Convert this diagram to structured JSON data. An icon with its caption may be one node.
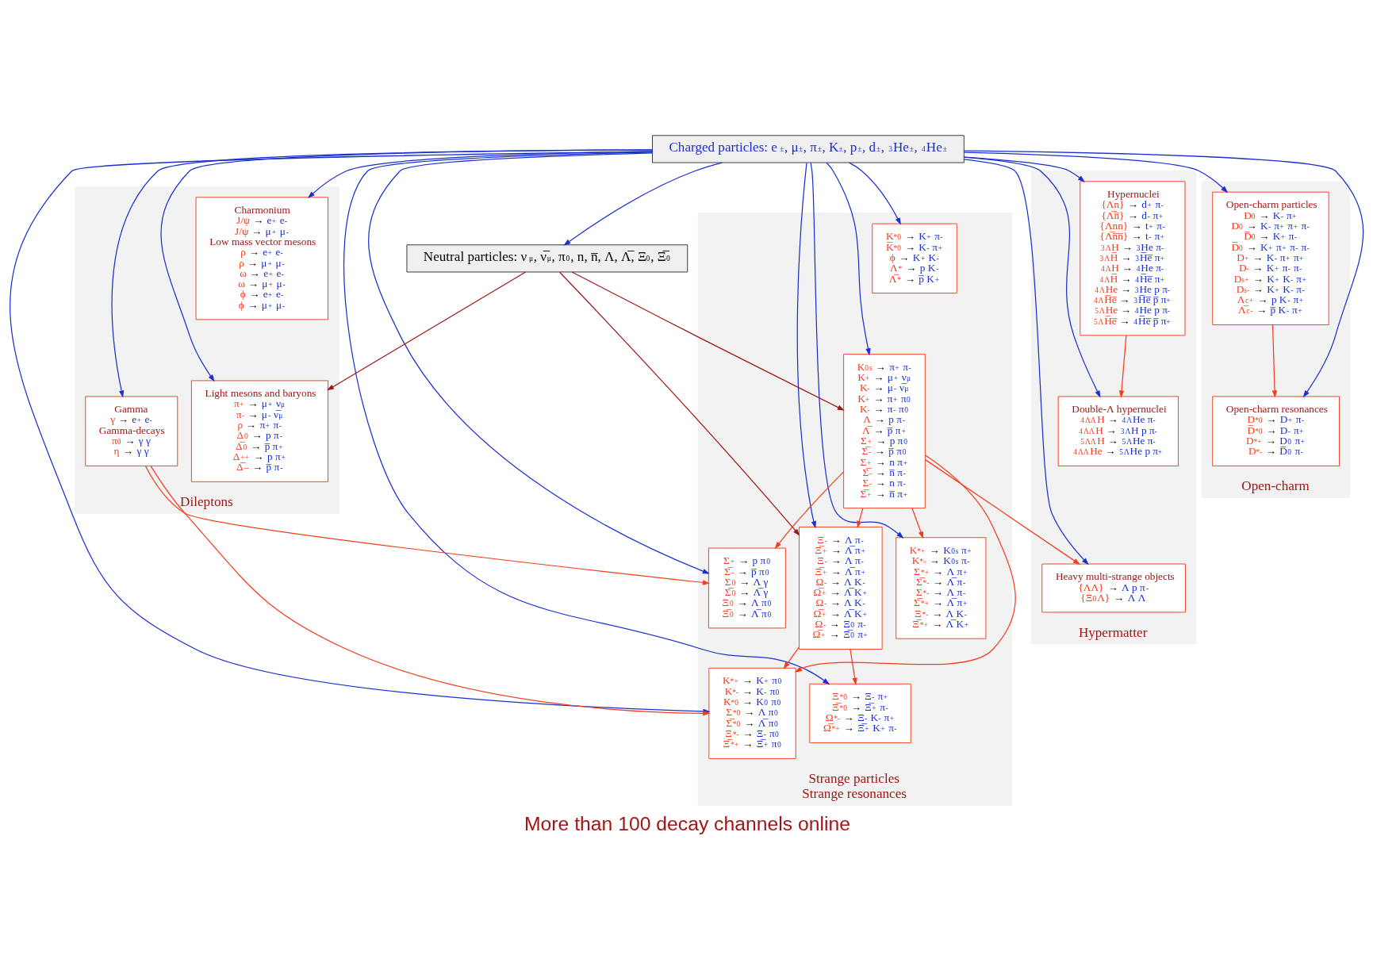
{
  "diagram": {
    "nodes": [
      {
        "text": [
          "Charged particles: e$^{±}$, μ$^{±}$, π$^{±}$, K$^{±}$, p$^{±}$, d$^{±}$, $^{3}$He$^{±}$, $^{4}$He$^{±}$"
        ]
      },
      {
        "text": [
          "Neutral particles: ν$_{μ}$, ν̅$_{μ}$, π$^{0}$, n, n̅, Λ, Λ̅, Ξ$^{0}$, Ξ̅$^{0}$"
        ]
      },
      {
        "text": [
          "Dileptons"
        ]
      },
      {
        "text": [
          "Charmonium",
          "J/ψ → e$^{+}$ e$^{-}$",
          "J/ψ → μ$^{+}$ μ$^{-}$",
          "Low mass vector mesons",
          "ρ → e$^{+}$ e$^{-}$",
          "ρ → μ$^{+}$ μ$^{-}$",
          "ω → e$^{+}$ e$^{-}$",
          "ω → μ$^{+}$ μ$^{-}$",
          "ϕ → e$^{+}$ e$^{-}$",
          "ϕ → μ$^{+}$ μ$^{-}$"
        ],
        "in": 2
      },
      {
        "text": [
          "Gamma",
          "γ → e$^{+}$ e$^{-}$",
          "Gamma-decays",
          "π$^{0}$ → γ γ",
          "η → γ γ"
        ],
        "in": 2
      },
      {
        "text": [
          "Light mesons and baryons",
          "π$^{+}$ → μ$^{+}$ ν$_{μ}$",
          "π$^{-}$ → μ$^{-}$ ν̅$_{μ}$",
          "ρ → π$^{+}$ π$^{-}$",
          "Δ$^{0}$ → p π$^{-}$",
          "Δ̅$^{0}$ → p̅ π$^{+}$",
          "Δ$^{++}$ → p π$^{+}$",
          "Δ̅$^{--}$ → p̅ π$^{-}$"
        ],
        "in": 2
      },
      {
        "text": [
          "Open-charm"
        ]
      },
      {
        "text": [
          "Open-charm particles",
          "D$^{0}$ → K$^{-}$ π$^{+}$",
          "D$^{0}$ → K$^{-}$ π$^{+}$ π$^{+}$ π$^{-}$",
          "D̅$^{0}$ → K$^{+}$ π$^{-}$",
          "D̅$^{0}$ → K$^{+}$ π$^{+}$ π$^{-}$ π$^{-}$",
          "D$^{+}$ → K$^{-}$ π$^{+}$ π$^{+}$",
          "D$^{-}$ → K$^{+}$ π$^{-}$ π$^{-}$",
          "D$_{s}$$^{+}$ → K$^{+}$ K$^{-}$ π$^{+}$",
          "D$_{s}$$^{-}$ → K$^{+}$ K$^{-}$ π$^{-}$",
          "Λ$_{c}$$^{+}$ → p K$^{-}$ π$^{+}$",
          "Λ̅$_{c}$$^{-}$ → p̅ K$^{-}$ π$^{+}$"
        ],
        "in": 6
      },
      {
        "text": [
          "Open-charm resonances",
          "D$^{*0}$ → D$^{+}$ π$^{-}$",
          "D̅$^{*0}$ → D$^{-}$ π$^{+}$",
          "D$^{*+}$ → D$^{0}$ π$^{+}$",
          "D$^{*-}$ → D̅$^{0}$ π$^{-}$"
        ],
        "in": 6
      },
      {
        "text": [
          "Strange particles",
          "Strange resonances"
        ]
      },
      {
        "text": [
          "K$^{0}$$_{s}$ → π$^{+}$ π$^{-}$",
          "K$^{+}$ → μ$^{+}$ ν$_{μ}$",
          "K$^{-}$ → μ$^{-}$ ν̅$_{μ}$",
          "K$^{+}$ → π$^{+}$ π$^{0}$",
          "K$^{-}$ → π$^{-}$ π$^{0}$",
          "Λ → p π$^{-}$",
          "Λ̅ → p̅ π$^{+}$",
          "Σ$^{+}$ → p π$^{0}$",
          "Σ̅$^{-}$ → p̅ π$^{0}$",
          "Σ$^{+}$ → n π$^{+}$",
          "Σ̅$^{-}$ → n̅ π$^{-}$",
          "Σ$^{-}$ → n π$^{-}$",
          "Σ̅$^{+}$ → n̅ π$^{+}$"
        ],
        "in": 9
      },
      {
        "text": [
          "Ξ$^{-}$ → Λ π$^{-}$",
          "Ξ̅$^{+}$ → Λ̅ π$^{+}$",
          "Ξ$^{-}$ → Λ π$^{-}$",
          "Ξ̅$^{+}$ → Λ̅ π$^{+}$",
          "Ω$^{-}$ → Λ K$^{-}$",
          "Ω̅$^{+}$ → Λ̅ K$^{+}$",
          "Ω$^{-}$ → Λ K$^{-}$",
          "Ω̅$^{+}$ → Λ̅ K$^{+}$",
          "Ω$^{-}$ → Ξ$^{0}$ π$^{-}$",
          "Ω̅$^{+}$ → Ξ̅$^{0}$ π$^{+}$"
        ],
        "in": 9
      },
      {
        "text": [
          "Σ$^{+}$ → p π$^{0}$",
          "Σ̅$^{-}$ → p̅ π$^{0}$",
          "Σ$^{0}$ → Λ γ",
          "Σ̅$^{0}$ → Λ̅ γ",
          "Ξ$^{0}$ → Λ π$^{0}$",
          "Ξ̅$^{0}$ → Λ̅ π$^{0}$"
        ],
        "in": 9
      },
      {
        "text": [
          "K$^{*+}$ → K$^{0}$$_{s}$ π$^{+}$",
          "K$^{*-}$ → K$^{0}$$_{s}$ π$^{-}$",
          "Σ$^{*+}$ → Λ π$^{+}$",
          "Σ̅$^{*-}$ → Λ̅ π$^{-}$",
          "Σ$^{*-}$ → Λ π$^{-}$",
          "Σ̅$^{*+}$ → Λ̅ π$^{+}$",
          "Ξ$^{*-}$ → Λ K$^{-}$",
          "Ξ̅$^{*+}$ → Λ̅ K$^{+}$"
        ],
        "in": 9
      },
      {
        "text": [
          "Ξ$^{*0}$ → Ξ$^{-}$ π$^{+}$",
          "Ξ̅$^{*0}$ → Ξ̅$^{+}$ π$^{-}$",
          "Ω$^{*-}$ → Ξ$^{-}$ K$^{-}$ π$^{+}$",
          "Ω̅$^{*+}$ → Ξ̅$^{+}$ K$^{+}$ π$^{-}$"
        ],
        "in": 9
      },
      {
        "text": [
          "K$^{*+}$ → K$^{+}$ π$^{0}$",
          "K$^{*-}$ → K$^{-}$ π$^{0}$",
          "K$^{*0}$ → K$^{0}$ π$^{0}$",
          "Σ$^{*0}$ → Λ π$^{0}$",
          "Σ̅$^{*0}$ → Λ̅ π$^{0}$",
          "Ξ$^{*-}$ → Ξ$^{-}$ π$^{0}$",
          "Ξ̅$^{*+}$ → Ξ̅$^{+}$ π$^{0}$"
        ],
        "in": 9
      },
      {
        "text": [
          "K$^{*0}$ → K$^{+}$ π$^{-}$",
          "K̅$^{*0}$ → K$^{-}$ π$^{+}$",
          "ϕ → K$^{+}$ K$^{-}$",
          "Λ$^{*}$ → p K$^{-}$",
          "Λ̅$^{*}$ → p̅ K$^{+}$"
        ],
        "in": 9
      },
      {
        "text": [
          "Hypermatter"
        ]
      },
      {
        "text": [
          "Hypernuclei",
          "{Λn} → d$^{+}$ π$^{-}$",
          "{Λ̅n̅} → d$^{-}$ π$^{+}$",
          "{Λnn} → t$^{+}$ π$^{-}$",
          "{Λ̅n̅n̅} → t$^{-}$ π$^{+}$",
          "$^{3}$$_{Λ}$H → $^{3}$He π$^{-}$",
          "$^{3}$$_{Λ}$H̅ → $^{3}$H̅e̅ π$^{+}$",
          "$^{4}$$_{Λ}$H → $^{4}$He π$^{-}$",
          "$^{4}$$_{Λ}$H̅ → $^{4}$H̅e̅ π$^{+}$",
          "$^{4}$$_{Λ}$He → $^{3}$He p π$^{-}$",
          "$^{4}$$_{Λ}$H̅e̅ → $^{3}$H̅e̅ p̅ π$^{+}$",
          "$^{5}$$_{Λ}$He → $^{4}$He p π$^{-}$",
          "$^{5}$$_{Λ}$H̅e̅ → $^{4}$H̅e̅ p̅ π$^{+}$"
        ],
        "in": 17
      },
      {
        "text": [
          "Double-Λ hypernuclei",
          "$^{4}$$_{ΛΛ}$H → $^{4}$$_{Λ}$He π$^{-}$",
          "$^{4}$$_{ΛΛ}$H → $^{3}$$_{Λ}$H p π$^{-}$",
          "$^{5}$$_{ΛΛ}$H → $^{5}$$_{Λ}$He π$^{-}$",
          "$^{4}$$_{ΛΛ}$He → $^{5}$$_{Λ}$He p π$^{+}$"
        ],
        "in": 17
      },
      {
        "text": [
          "Heavy multi-strange objects",
          "{ΛΛ} → Λ p π$^{-}$",
          "{Ξ$^{0}$Λ} → Λ Λ"
        ],
        "in": 17
      }
    ],
    "caption": "More than 100 decay channels online",
    "edges": [
      {
        "from": 0,
        "to": 1,
        "arrow": "to"
      },
      {
        "from": 0,
        "to": 3,
        "arrow": "to"
      },
      {
        "from": 0,
        "to": 4,
        "arrow": "to"
      },
      {
        "from": 0,
        "to": 5,
        "arrow": "to"
      },
      {
        "from": 0,
        "to": 7,
        "arrow": "to"
      },
      {
        "from": 0,
        "to": 8,
        "arrow": "to"
      },
      {
        "from": 0,
        "to": 10,
        "arrow": "to"
      },
      {
        "from": 0,
        "to": 13,
        "arrow": "to"
      },
      {
        "from": 0,
        "to": 14,
        "arrow": "to"
      },
      {
        "from": 0,
        "to": 16,
        "arrow": "to"
      },
      {
        "from": 0,
        "to": 15,
        "arrow": "to"
      },
      {
        "from": 0,
        "to": 11,
        "arrow": "to"
      },
      {
        "from": 0,
        "to": 12,
        "arrow": "to"
      },
      {
        "from": 0,
        "to": 18,
        "arrow": "to"
      },
      {
        "from": 0,
        "to": 19,
        "arrow": "to"
      },
      {
        "from": 0,
        "to": 20,
        "arrow": "to"
      },
      {
        "from": 1,
        "to": 5,
        "arrow": "to",
        "color": "#a01616"
      },
      {
        "from": 1,
        "to": 10,
        "arrow": "to",
        "color": "#a01616"
      },
      {
        "from": 1,
        "to": 11,
        "arrow": "to",
        "color": "#a01616"
      },
      {
        "from": 7,
        "to": 8,
        "arrow": "to",
        "color": "#f23c1e"
      },
      {
        "from": 10,
        "to": 13,
        "arrow": "to",
        "color": "#f23c1e"
      },
      {
        "from": 10,
        "to": 11,
        "arrow": "to",
        "color": "#f23c1e"
      },
      {
        "from": 10,
        "to": 12,
        "arrow": "to",
        "color": "#f23c1e"
      },
      {
        "from": 10,
        "to": 15,
        "arrow": "to",
        "color": "#f23c1e"
      },
      {
        "from": 10,
        "to": 20,
        "arrow": "to",
        "color": "#f23c1e"
      },
      {
        "from": 11,
        "to": 14,
        "arrow": "to",
        "color": "#f23c1e"
      },
      {
        "from": 11,
        "to": 15,
        "arrow": "to",
        "color": "#f23c1e"
      },
      {
        "from": 4,
        "to": 15,
        "arrow": "to",
        "color": "#f23c1e"
      },
      {
        "from": 4,
        "to": 12,
        "arrow": "to",
        "color": "#f23c1e"
      },
      {
        "from": 18,
        "to": 19,
        "arrow": "to",
        "color": "#f23c1e"
      }
    ]
  }
}
